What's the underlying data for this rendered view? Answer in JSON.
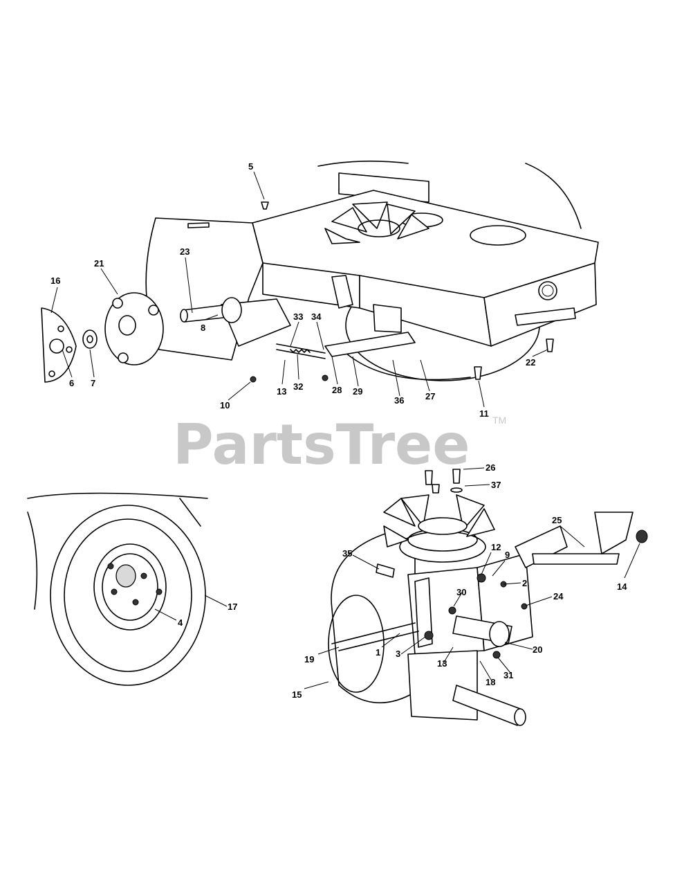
{
  "watermark": {
    "brand": "PartsTree",
    "trademark": "TM"
  },
  "callouts": {
    "top_assembly": [
      "5",
      "16",
      "21",
      "23",
      "8",
      "33",
      "34",
      "6",
      "7",
      "10",
      "13",
      "32",
      "28",
      "29",
      "36",
      "27",
      "11",
      "22"
    ],
    "wheel_detail": [
      "17",
      "4"
    ],
    "transmission": [
      "26",
      "37",
      "25",
      "14",
      "35",
      "12",
      "9",
      "2",
      "30",
      "24",
      "19",
      "1",
      "3",
      "13",
      "20",
      "31",
      "18",
      "15"
    ]
  },
  "colors": {
    "line": "#000000",
    "watermark": "#c8c8c8",
    "background": "#ffffff"
  }
}
